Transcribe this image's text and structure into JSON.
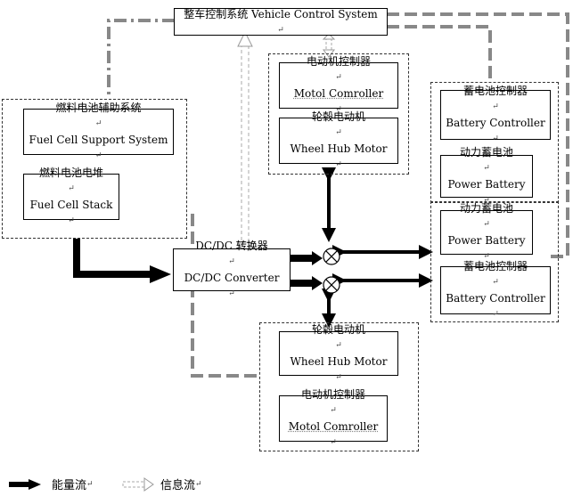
{
  "vcs": {
    "label": "整车控制系统 Vehicle Control System"
  },
  "fuel_cell_support": {
    "cn": "燃料电池辅助系统",
    "en": "Fuel Cell Support System"
  },
  "fuel_cell_stack": {
    "cn": "燃料电池电堆",
    "en": "Fuel Cell Stack"
  },
  "motor_ctrl_top": {
    "cn": "电动机控制器",
    "en": "Motol Comroller"
  },
  "hub_motor_top": {
    "cn": "轮毂电动机",
    "en": "Wheel Hub Motor"
  },
  "battery_ctrl_top": {
    "cn": "蓄电池控制器",
    "en": "Battery Controller"
  },
  "power_battery_top": {
    "cn": "动力蓄电池",
    "en": "Power Battery"
  },
  "power_battery_bottom": {
    "cn": "动力蓄电池",
    "en": "Power Battery"
  },
  "battery_ctrl_bottom": {
    "cn": "蓄电池控制器",
    "en": "Battery Controller"
  },
  "dcdc": {
    "cn": "DC/DC 转换器",
    "en": "DC/DC Converter"
  },
  "hub_motor_bottom": {
    "cn": "轮毂电动机",
    "en": "Wheel Hub Motor"
  },
  "motor_ctrl_bottom": {
    "cn": "电动机控制器",
    "en": "Motol Comroller"
  },
  "para_mark": "↵",
  "legend": {
    "energy": "能量流",
    "info": "信息流"
  }
}
